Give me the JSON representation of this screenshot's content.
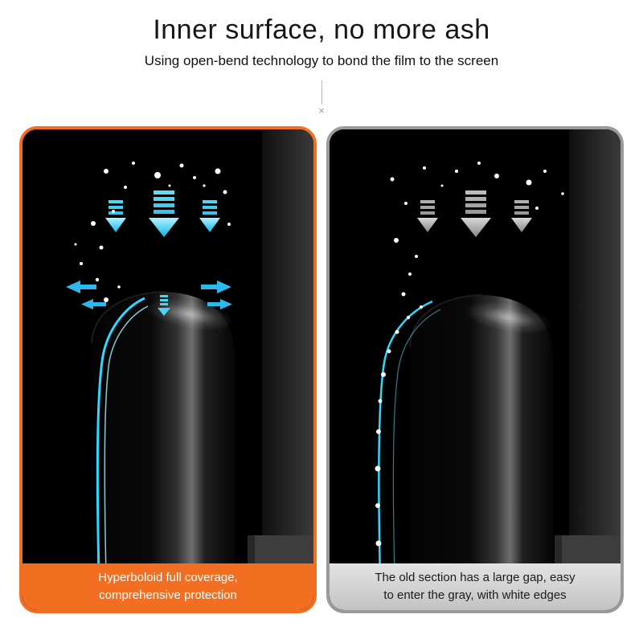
{
  "header": {
    "title": "Inner surface, no more ash",
    "subtitle": "Using open-bend technology to bond the film to the screen",
    "divider_mark": "×"
  },
  "panels": {
    "left": {
      "caption_line1": "Hyperboloid full coverage,",
      "caption_line2": "comprehensive protection",
      "border_color": "#f26f21",
      "accent_color": "#2fd8ff",
      "icons": [
        "down-arrow-icon",
        "left-arrow-icon",
        "right-arrow-icon",
        "dust-dot"
      ]
    },
    "right": {
      "caption_line1": "The old section has a large gap, easy",
      "caption_line2": "to enter the gray, with white edges",
      "border_color": "#9a9a9a",
      "arrow_color": "#a9a9a9",
      "gap_line_color": "#2fd8ff",
      "icons": [
        "down-arrow-icon",
        "dust-dot"
      ]
    }
  }
}
